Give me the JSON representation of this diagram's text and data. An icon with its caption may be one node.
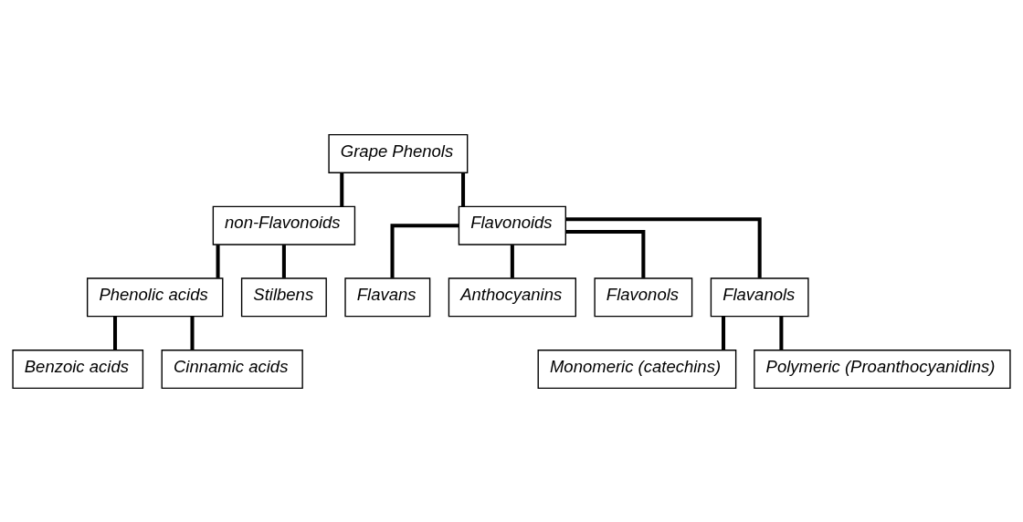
{
  "diagram": {
    "nodes": [
      {
        "text": [
          "Grape Phenols"
        ]
      },
      {
        "text": [
          "non-Flavonoids"
        ]
      },
      {
        "text": [
          "Flavonoids"
        ]
      },
      {
        "text": [
          "Phenolic acids"
        ]
      },
      {
        "text": [
          "Stilbens"
        ]
      },
      {
        "text": [
          "Flavans"
        ]
      },
      {
        "text": [
          "Anthocyanins"
        ]
      },
      {
        "text": [
          "Flavonols"
        ]
      },
      {
        "text": [
          "Flavanols"
        ]
      },
      {
        "text": [
          "Benzoic acids"
        ]
      },
      {
        "text": [
          "Cinnamic acids"
        ]
      },
      {
        "text": [
          "Monomeric (catechins)"
        ]
      },
      {
        "text": [
          "Polymeric (Proanthocyanidins)"
        ]
      }
    ],
    "edges": [
      {
        "from": 0,
        "to": 1,
        "arrow": "none"
      },
      {
        "from": 0,
        "to": 2,
        "arrow": "none"
      },
      {
        "from": 1,
        "to": 3,
        "arrow": "none"
      },
      {
        "from": 1,
        "to": 4,
        "arrow": "none"
      },
      {
        "from": 2,
        "to": 5,
        "arrow": "none"
      },
      {
        "from": 2,
        "to": 6,
        "arrow": "none"
      },
      {
        "from": 2,
        "to": 7,
        "arrow": "none"
      },
      {
        "from": 2,
        "to": 8,
        "arrow": "none"
      },
      {
        "from": 3,
        "to": 9,
        "arrow": "none"
      },
      {
        "from": 3,
        "to": 10,
        "arrow": "none"
      },
      {
        "from": 8,
        "to": 11,
        "arrow": "none"
      },
      {
        "from": 8,
        "to": 12,
        "arrow": "none"
      }
    ]
  }
}
